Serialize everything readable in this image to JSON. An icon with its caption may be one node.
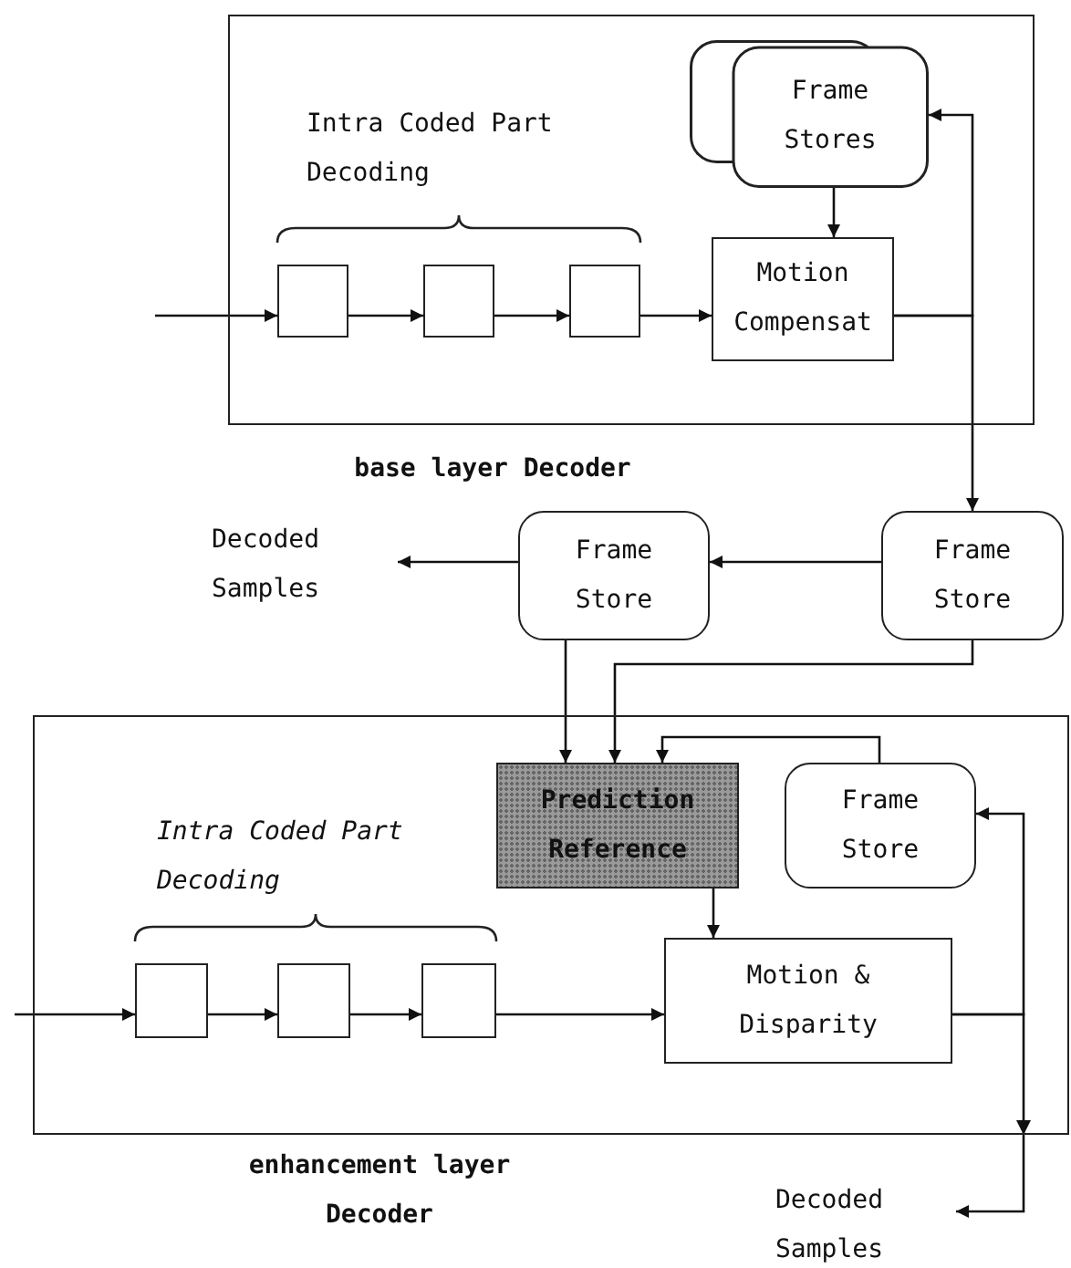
{
  "diagram": {
    "nodes": [
      {
        "text": [
          "base layer Decoder"
        ]
      },
      {
        "text": [],
        "shape": "box",
        "in": 0
      },
      {
        "text": [],
        "shape": "box",
        "in": 0
      },
      {
        "text": [],
        "shape": "box",
        "in": 0
      },
      {
        "text": [
          "Frame Stores"
        ],
        "in": 0
      },
      {
        "text": [
          "Motion Compensat"
        ],
        "in": 0
      },
      {
        "text": [
          "Decoded Samples"
        ]
      },
      {
        "text": [
          "Frame Store"
        ]
      },
      {
        "text": [
          "Frame Store"
        ]
      },
      {
        "text": [
          "enhancement layer Decoder"
        ]
      },
      {
        "text": [
          "Prediction Reference"
        ],
        "in": 9
      },
      {
        "text": [
          "Frame Store"
        ],
        "in": 9
      },
      {
        "text": [],
        "shape": "box",
        "in": 9
      },
      {
        "text": [],
        "shape": "box",
        "in": 9
      },
      {
        "text": [],
        "shape": "box",
        "in": 9
      },
      {
        "text": [
          "Motion & Disparity"
        ],
        "in": 9
      },
      {
        "text": [
          "Decoded Samples"
        ]
      }
    ],
    "edges": [
      {
        "from": null,
        "to": 1,
        "arrow": "to"
      },
      {
        "from": 1,
        "to": 2,
        "arrow": "to"
      },
      {
        "from": 2,
        "to": 3,
        "arrow": "to"
      },
      {
        "from": 3,
        "to": 5,
        "arrow": "to"
      },
      {
        "from": 5,
        "to": 4,
        "arrow": "to"
      },
      {
        "from": 4,
        "to": 5,
        "arrow": "to"
      },
      {
        "from": 5,
        "to": 8,
        "arrow": "to"
      },
      {
        "from": 8,
        "to": 7,
        "arrow": "to"
      },
      {
        "from": 7,
        "to": 6,
        "arrow": "to"
      },
      {
        "from": 7,
        "to": 10,
        "arrow": "to"
      },
      {
        "from": 8,
        "to": 10,
        "arrow": "to"
      },
      {
        "from": 11,
        "to": 10,
        "arrow": "to"
      },
      {
        "from": 10,
        "to": 15,
        "arrow": "to"
      },
      {
        "from": null,
        "to": 12,
        "arrow": "to"
      },
      {
        "from": 12,
        "to": 13,
        "arrow": "to"
      },
      {
        "from": 13,
        "to": 14,
        "arrow": "to"
      },
      {
        "from": 14,
        "to": 15,
        "arrow": "to"
      },
      {
        "from": 15,
        "to": 11,
        "arrow": "to"
      },
      {
        "from": 15,
        "to": 16,
        "arrow": "to"
      }
    ],
    "labels": [
      "Intra Coded Part Decoding",
      "Intra Coded Part Decoding"
    ]
  }
}
